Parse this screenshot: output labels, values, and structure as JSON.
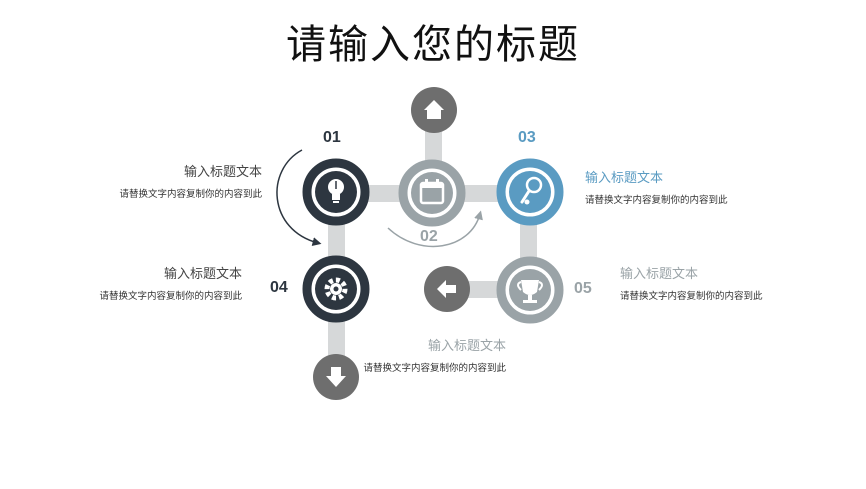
{
  "title": "请输入您的标题",
  "colors": {
    "dark": "#2d3640",
    "blue": "#5a9bc2",
    "gray": "#6e6e6e",
    "light_gray": "#9aa3a7",
    "connector": "#d6d8d9"
  },
  "steps": [
    {
      "number": "01",
      "title": "输入标题文本",
      "desc": "请替换文字内容复制你的内容到此",
      "icon": "lightbulb-icon"
    },
    {
      "number": "02",
      "title": "输入标题文本",
      "desc": "请替换文字内容复制你的内容到此",
      "icon": "calendar-icon"
    },
    {
      "number": "03",
      "title": "输入标题文本",
      "desc": "请替换文字内容复制你的内容到此",
      "icon": "magnifier-person-icon"
    },
    {
      "number": "04",
      "title": "输入标题文本",
      "desc": "请替换文字内容复制你的内容到此",
      "icon": "gear-icon"
    },
    {
      "number": "05",
      "title": "输入标题文本",
      "desc": "请替换文字内容复制你的内容到此",
      "icon": "trophy-icon"
    }
  ],
  "arrows": [
    "home-icon",
    "arrow-left-icon",
    "arrow-down-icon"
  ]
}
